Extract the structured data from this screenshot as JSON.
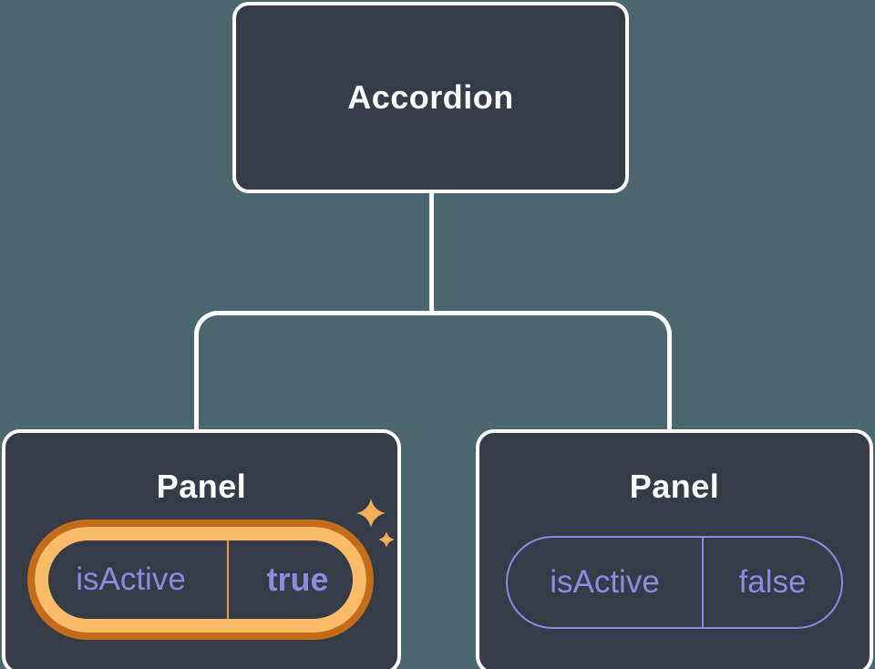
{
  "diagram": {
    "root": {
      "label": "Accordion"
    },
    "children": [
      {
        "label": "Panel",
        "prop": {
          "name": "isActive",
          "value": "true"
        },
        "state": "highlighted"
      },
      {
        "label": "Panel",
        "prop": {
          "name": "isActive",
          "value": "false"
        },
        "state": "normal"
      }
    ]
  },
  "icons": {
    "sparkles": "sparkles-icon"
  },
  "theme": {
    "background": "#4c6670",
    "node_fill": "#353b47",
    "node_border": "#ffffff",
    "connector": "#ffffff",
    "text_primary": "#ffffff",
    "prop_accent": "#8b8be0",
    "highlight_ring_outer": "#c46d16",
    "highlight_ring_inner": "#fabb66",
    "highlight_divider": "#de9f45",
    "sparkle": "#f3ae59"
  }
}
